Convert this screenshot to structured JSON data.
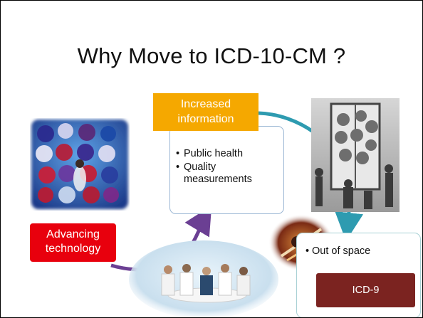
{
  "slide": {
    "title": "Why Move to ICD-10-CM ?",
    "info_label": "Increased information",
    "info_bullets": [
      "Public health",
      "Quality measurements"
    ],
    "tech_label": "Advancing technology",
    "space_bullet": "Out of space",
    "icd9_label": "ICD-9"
  },
  "colors": {
    "info_label_bg": "#f5a800",
    "tech_label_bg": "#e8000d",
    "icd9_bg": "#7b2320",
    "arrow_teal": "#2e9bb0",
    "arrow_purple": "#6b3f93"
  }
}
